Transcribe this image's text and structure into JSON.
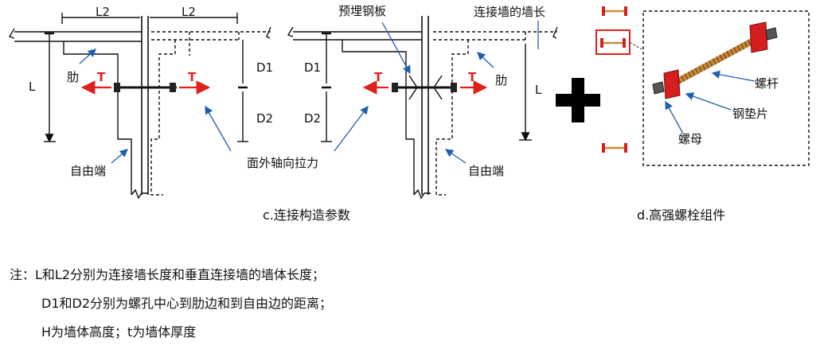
{
  "labels": {
    "L2": "L2",
    "L": "L",
    "D1": "D1",
    "D2": "D2",
    "T": "T",
    "rib": "肋",
    "free_end": "自由端",
    "embedded_plate": "预埋钢板",
    "wall_length": "连接墙的墙长",
    "out_of_plane_tension": "面外轴向拉力",
    "screw": "螺杆",
    "steel_washer": "钢垫片",
    "nut": "螺母"
  },
  "captions": {
    "c": "c.连接构造参数",
    "d": "d.高强螺栓组件"
  },
  "notes": [
    "注：L和L2分别为连接墙长度和垂直连接墙的墙体长度；",
    "D1和D2分别为螺孔中心到肋边和到自由边的距离；",
    "H为墙体高度；t为墙体厚度"
  ],
  "colors": {
    "line": "#111111",
    "arrow_blue": "#1f5fae",
    "tension_red": "#e0201b",
    "plate_red": "#d51f1f",
    "rod_tan": "#c98a3c",
    "nut_gray": "#555555",
    "plus": "#000000"
  }
}
